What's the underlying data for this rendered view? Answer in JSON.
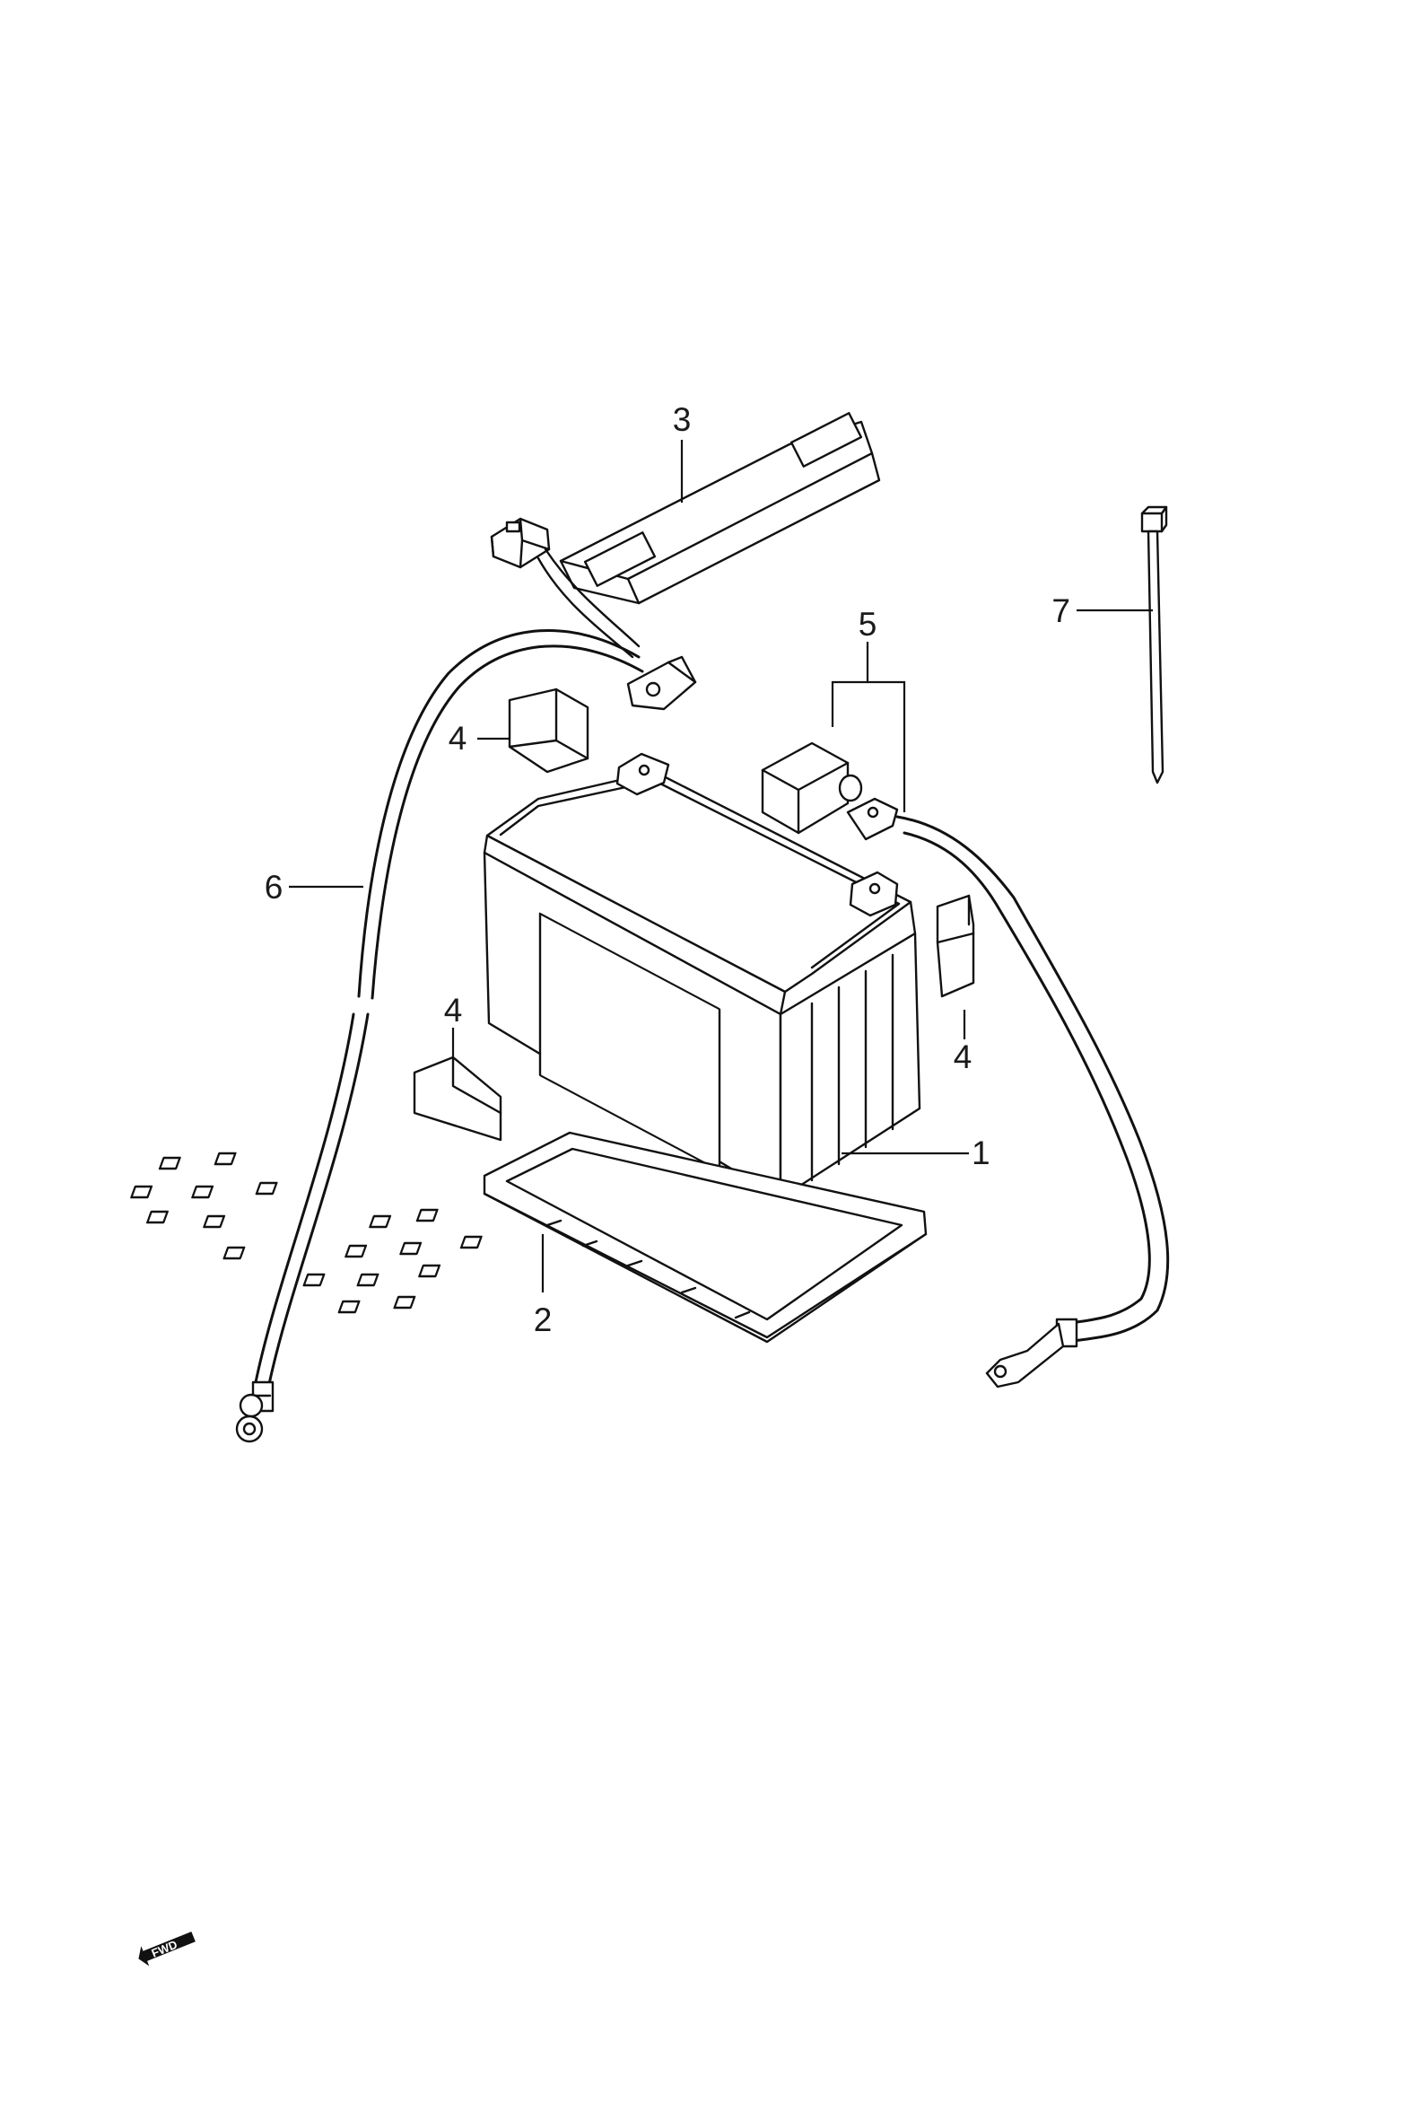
{
  "callouts": {
    "c1": "1",
    "c2": "2",
    "c3": "3",
    "c4a": "4",
    "c4b": "4",
    "c4c": "4",
    "c5": "5",
    "c6": "6",
    "c7": "7"
  },
  "fwd": {
    "label": "FWD",
    "icon": "fwd-arrow-icon"
  }
}
